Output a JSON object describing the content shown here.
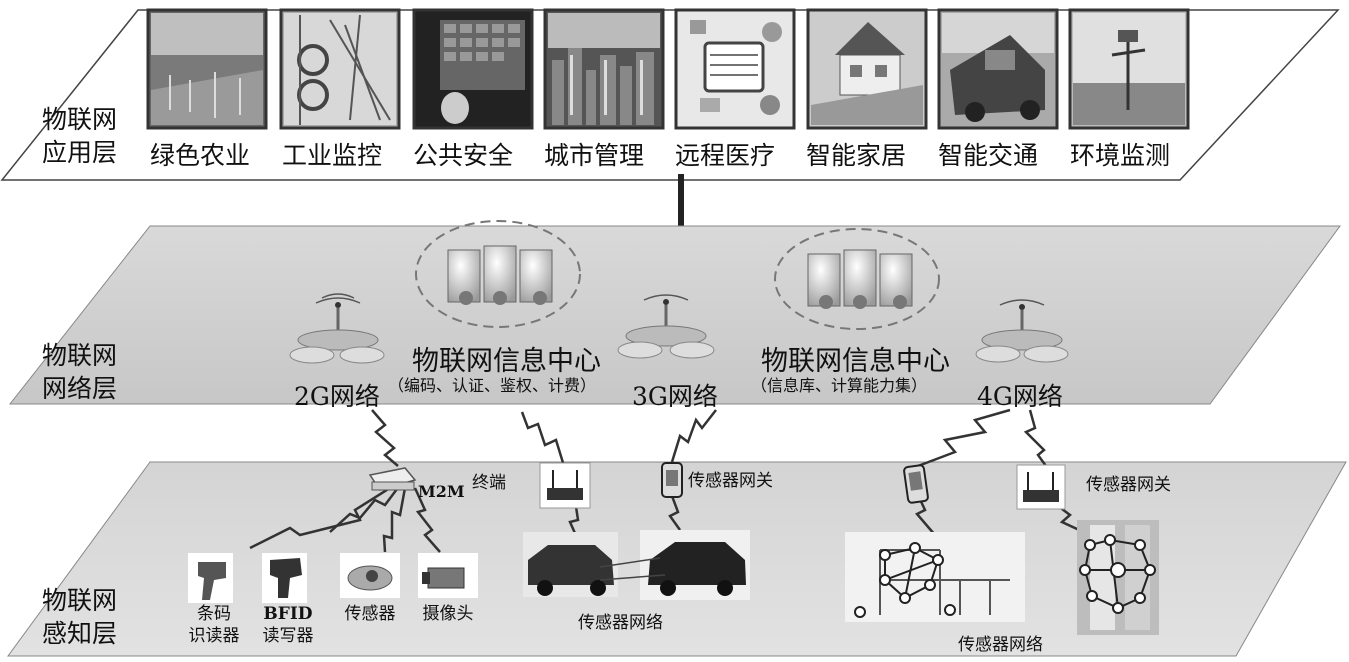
{
  "layers": {
    "application": {
      "line1": "物联网",
      "line2": "应用层"
    },
    "network": {
      "line1": "物联网",
      "line2": "网络层"
    },
    "perception": {
      "line1": "物联网",
      "line2": "感知层"
    }
  },
  "apps": [
    {
      "label": "绿色农业",
      "icon": "farm-photo"
    },
    {
      "label": "工业监控",
      "icon": "industry-photo"
    },
    {
      "label": "公共安全",
      "icon": "security-photo"
    },
    {
      "label": "城市管理",
      "icon": "city-photo"
    },
    {
      "label": "远程医疗",
      "icon": "medical-photo"
    },
    {
      "label": "智能家居",
      "icon": "home-photo"
    },
    {
      "label": "智能交通",
      "icon": "transport-photo"
    },
    {
      "label": "环境监测",
      "icon": "environment-photo"
    }
  ],
  "network": {
    "center1": {
      "title": "物联网信息中心",
      "sub": "（编码、认证、鉴权、计费）"
    },
    "center2": {
      "title": "物联网信息中心",
      "sub": "（信息库、计算能力集）"
    },
    "net2g": {
      "gen": "2G",
      "word": "网络"
    },
    "net3g": {
      "gen": "3G",
      "word": "网络"
    },
    "net4g": {
      "gen": "4G",
      "word": "网络"
    }
  },
  "perception": {
    "m2m": "M2M",
    "terminal": "终端",
    "gateway1": "传感器网关",
    "gateway2": "传感器网关",
    "sensor_net1": "传感器网络",
    "sensor_net2": "传感器网络",
    "devices": [
      {
        "line1": "条码",
        "line2": "识读器",
        "icon": "barcode-scanner-icon"
      },
      {
        "line1": "BFID",
        "line2": "读写器",
        "icon": "rfid-reader-icon"
      },
      {
        "line1": "传感器",
        "line2": "",
        "icon": "sensor-icon"
      },
      {
        "line1": "摄像头",
        "line2": "",
        "icon": "camera-icon"
      }
    ]
  },
  "colors": {
    "plane_fill": "#d4d4d4",
    "plane_top": "#f4f4f4",
    "frame": "#555555"
  }
}
